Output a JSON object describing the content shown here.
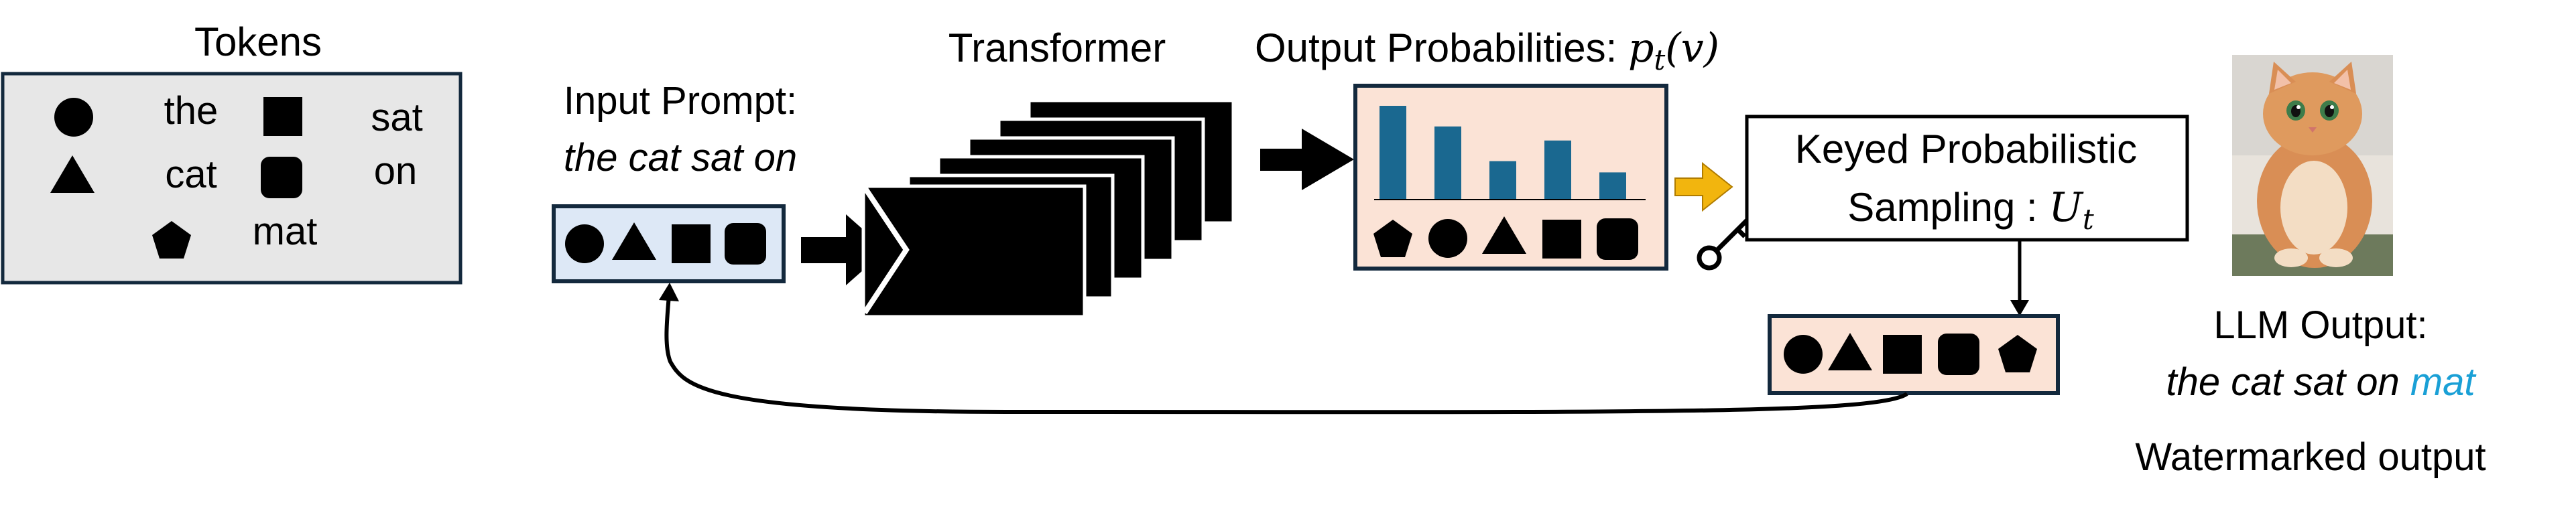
{
  "tokens_panel": {
    "title": "Tokens",
    "labels": [
      "the",
      "cat",
      "sat",
      "on",
      "mat"
    ]
  },
  "input_prompt": {
    "label": "Input Prompt:",
    "text": "the cat sat on"
  },
  "transformer": {
    "label": "Transformer"
  },
  "output_probabilities": {
    "label": "Output Probabilities: ",
    "math_var": "p",
    "math_sub": "t",
    "math_arg": "(v)",
    "bar_fractions": [
      1.0,
      0.78,
      0.41,
      0.63,
      0.29
    ]
  },
  "sampling": {
    "line1": "Keyed Probabilistic",
    "line2": "Sampling : ",
    "math_var": "U",
    "math_sub": "t"
  },
  "llm_output": {
    "label": "LLM Output:",
    "text": "the cat sat on ",
    "highlight": "mat",
    "caption": "Watermarked output"
  },
  "colors": {
    "token_panel_bg": "#e7e7e7",
    "prompt_box_bg": "#dde8f6",
    "prob_box_bg": "#fbe3d6",
    "bar": "#1a6890",
    "highlight_text": "#1aa0d6",
    "arrow_orange": "#f2b50e",
    "box_border": "#13293d"
  },
  "icons": {
    "circle": "circle-icon",
    "triangle": "triangle-icon",
    "square": "square-icon",
    "rounded_square": "rounded-square-icon",
    "pentagon": "pentagon-icon",
    "key": "key-icon",
    "cat_image": "cat-photo"
  }
}
